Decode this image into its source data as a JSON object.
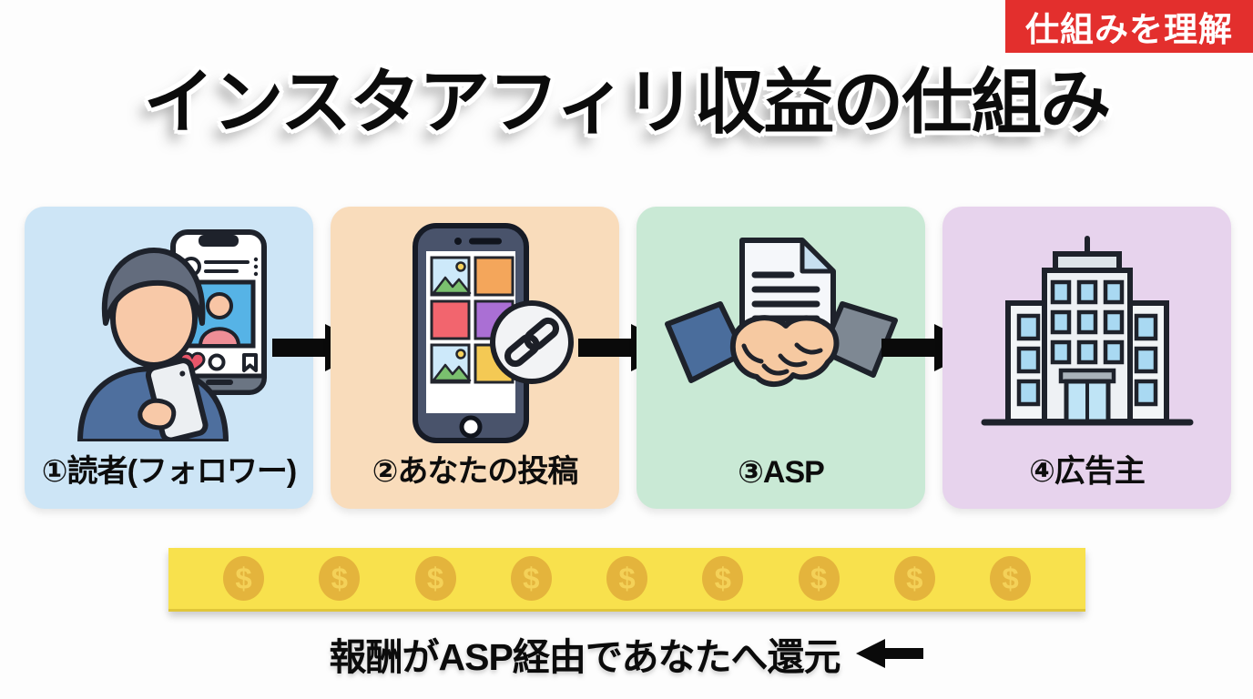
{
  "badge": {
    "label": "仕組みを理解",
    "bg_color": "#e32f2d",
    "text_color": "#ffffff"
  },
  "title": {
    "text": "インスタアフィリ収益の仕組み"
  },
  "flow": {
    "steps": [
      {
        "label": "①読者(フォロワー)",
        "icon": "reader-follower-icon",
        "bg_color": "#cde5f6"
      },
      {
        "label": "②あなたの投稿",
        "icon": "your-post-icon",
        "bg_color": "#f9dcbb"
      },
      {
        "label": "③ASP",
        "icon": "asp-handshake-icon",
        "bg_color": "#c9e9d5"
      },
      {
        "label": "④広告主",
        "icon": "advertiser-building-icon",
        "bg_color": "#e7d3ed"
      }
    ],
    "arrow_color": "#0a0a0a"
  },
  "money_bar": {
    "coin_symbol": "$",
    "coin_count": 9,
    "bar_color": "#f8e14d",
    "coin_color": "#e4b43c",
    "coin_symbol_color": "#f4d158"
  },
  "footer": {
    "caption": "報酬がASP経由であなたへ還元",
    "arrow_color": "#0a0a0a"
  }
}
